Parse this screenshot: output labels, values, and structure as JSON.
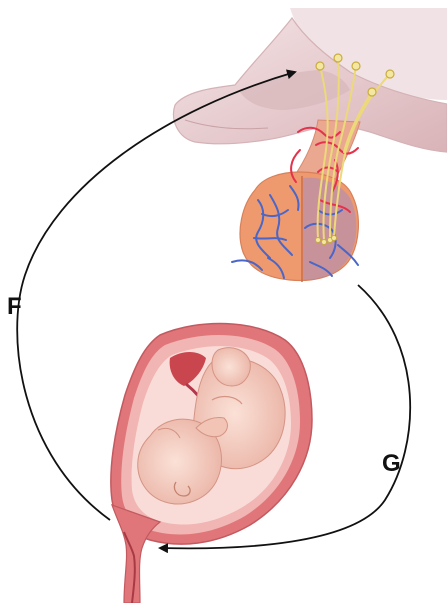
{
  "labels": {
    "f": "F",
    "g": "G"
  },
  "colors": {
    "arrow": "#111111",
    "hypothalamus_fill": "#efdadd",
    "pituitary_tissue": "#ee9a6e",
    "artery": "#e5324b",
    "vein": "#4a66c8",
    "nerve": "#ecd97a",
    "uterus_wall": "#e0767a",
    "fetus_skin": "#f6cfc3"
  },
  "icons": {
    "brain": "hypothalamus-pituitary-illustration",
    "uterus": "pregnant-uterus-illustration"
  }
}
